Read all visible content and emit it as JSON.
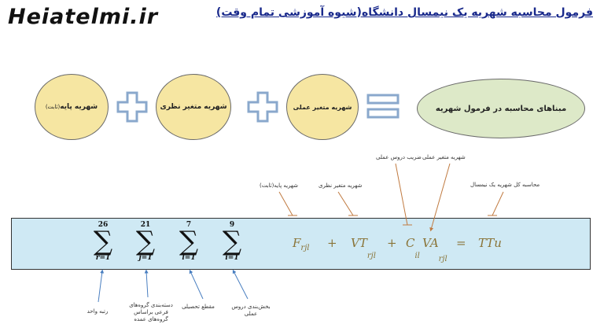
{
  "header": {
    "logo": "Heiatelmi.ir",
    "title": "فرمول محاسبه شهریه یک نیمسال دانشگاه(شیوه آموزشی تمام وقت)"
  },
  "diagram": {
    "base_tuition": "شهریه پایه",
    "base_tuition_note": "(ثابت)",
    "theory_variable": "شهریه متغیر نظری",
    "practical_variable": "شهریه متغیر عملی",
    "result": "مبناهای محاسبه در فرمول شهریه"
  },
  "formula": {
    "sigmas": [
      {
        "upper": "26",
        "lower": "r=1"
      },
      {
        "upper": "21",
        "lower": "j=1"
      },
      {
        "upper": "7",
        "lower": "l=1"
      },
      {
        "upper": "9",
        "lower": "i=1"
      }
    ],
    "F": "F",
    "F_sub": "rjl",
    "plus1": "+",
    "VT": "VT",
    "VT_sub": "rjl",
    "plus2": "+",
    "C": "C",
    "C_sub": "il",
    "VA": "VA",
    "VA_sub": "rjl",
    "eq": "=",
    "TTu": "TTu"
  },
  "annotations_top": {
    "base_fixed": "شهریه پایه(ثابت)",
    "theory_var": "شهریه متغیر نظری",
    "practical_coef": "ضریب دروس عملی",
    "practical_var": "شهریه متغیر عملی",
    "total": "محاسبه کل شهریه یک نیمسال"
  },
  "annotations_bottom": {
    "rank": "رتبه واحد",
    "groups": "دسته‌بندی گروه‌های فرعی براساس گروه‌های عمده",
    "level": "مقطع تحصیلی",
    "practical_sections": "بخش‌بندی دروس عملی"
  },
  "colors": {
    "circle_fill": "#f6e6a2",
    "oval_fill": "#dde9c8",
    "band_fill": "#cfe9f4",
    "title_color": "#1a2a8c",
    "symbol_color": "#8aa8cc",
    "arrow_color": "#c07a40",
    "arrow_bottom_color": "#4a7fc0",
    "formula_color": "#8a7438"
  }
}
